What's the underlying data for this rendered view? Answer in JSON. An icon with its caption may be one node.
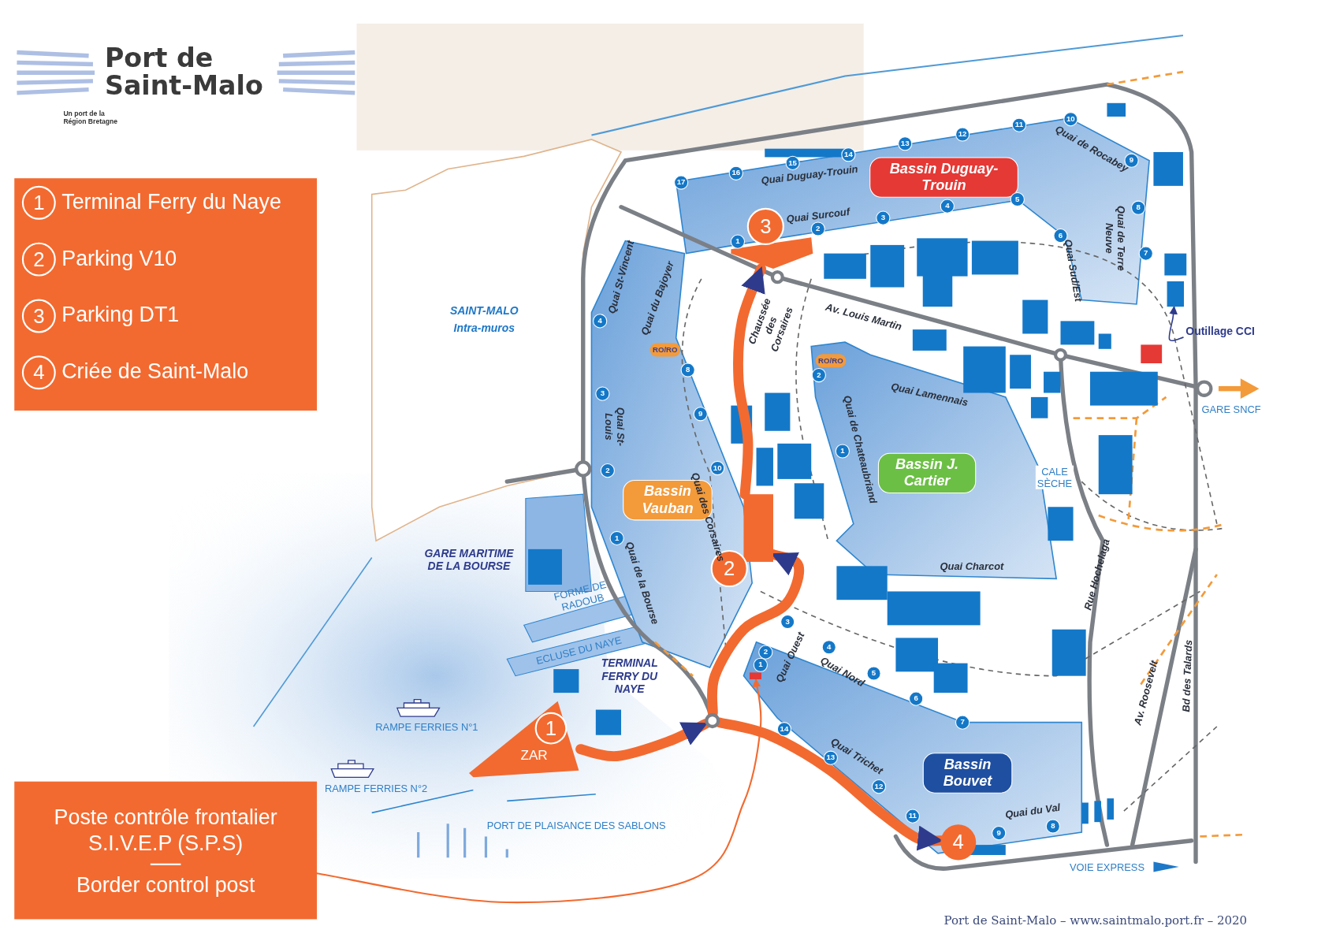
{
  "diagram": {
    "title": "Port de Saint-Malo",
    "caption": "Port de Saint-Malo – www.saintmalo.port.fr – 2020",
    "nodes": [
      {
        "text": [
          "1",
          "ZAR"
        ]
      },
      {
        "text": [],
        "shape": "circle"
      },
      {
        "text": [
          "2"
        ]
      },
      {
        "text": [
          "3"
        ]
      },
      {
        "text": [
          "4"
        ]
      },
      {
        "text": [
          "Poste contrôle frontalier S.I.V.E.P (S.P.S)",
          "Border control post"
        ]
      },
      {
        "text": [],
        "shape": "box"
      },
      {
        "text": [
          "Outillage CCI"
        ]
      },
      {
        "text": [],
        "shape": "box"
      }
    ],
    "edges": [
      {
        "from": 0,
        "to": 1,
        "arrow": "to"
      },
      {
        "from": 1,
        "to": 2,
        "arrow": "to"
      },
      {
        "from": 2,
        "to": 3,
        "arrow": "to"
      },
      {
        "from": 1,
        "to": 4,
        "arrow": "to"
      },
      {
        "from": 5,
        "to": 6,
        "arrow": "to"
      },
      {
        "from": 7,
        "to": 8,
        "arrow": "to",
        "color": "#2e3b8c"
      }
    ],
    "labels": [
      "Un port de la Région Bretagne",
      "1",
      "2",
      "3",
      "4",
      "Quai Duguay-Trouin",
      "Bassin Duguay-Trouin",
      "Quai de Rocabey",
      "Quai Surcouf",
      "Quai de Terre Neuve",
      "Quai Sud/Est",
      "Quai St-Vincent",
      "Quai du Bajoyer",
      "Chaussée des Corsaires",
      "Av. Louis Martin",
      "SAINT-MALO",
      "Intra-muros",
      "RO/RO",
      "RO/RO",
      "Quai Lamennais",
      "GARE SNCF",
      "Quai St-Louis",
      "Quai de Chateaubriand",
      "Bassin J. Cartier",
      "CALE SÈCHE",
      "Bassin Vauban",
      "Quai des Corsaires",
      "GARE MARITIME DE LA BOURSE",
      "Rue Hochelaga",
      "Quai Charcot",
      "FORME DE RADOUB",
      "Quai de la Bourse",
      "ECLUSE DU NAYE",
      "TERMINAL FERRY DU NAYE",
      "Quai Ouest",
      "Quai Nord",
      "Bd des Talards",
      "Av. Roosevelt",
      "RAMPE FERRIES N°1",
      "Quai Trichet",
      "Bassin Bouvet",
      "RAMPE FERRIES N°2",
      "PORT DE PLAISANCE DES SABLONS",
      "Quai du Val",
      "VOIE EXPRESS",
      "17",
      "16",
      "15",
      "14",
      "13",
      "12",
      "11",
      "10",
      "9",
      "8",
      "7",
      "6",
      "5",
      "4",
      "3",
      "2",
      "1",
      "4",
      "3",
      "2",
      "1",
      "8",
      "9",
      "10",
      "2",
      "1",
      "3",
      "2",
      "1",
      "4",
      "5",
      "6",
      "7",
      "14",
      "13",
      "12",
      "11",
      "9",
      "8"
    ],
    "legend": [
      {
        "text": "Terminal Ferry du Naye"
      },
      {
        "text": "Parking V10"
      },
      {
        "text": "Parking DT1"
      },
      {
        "text": "Criée de Saint-Malo"
      }
    ]
  }
}
